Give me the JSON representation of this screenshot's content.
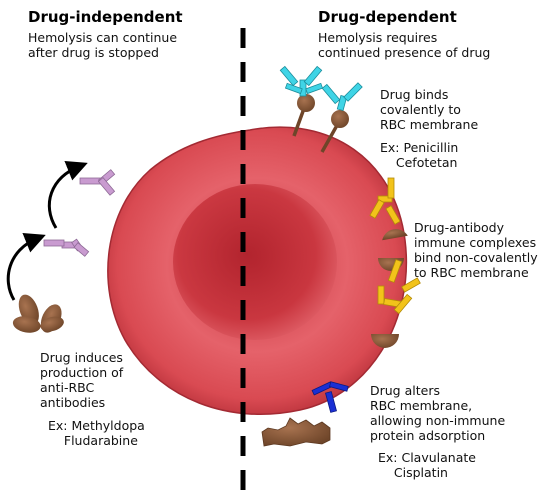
{
  "left": {
    "heading": "Drug-independent",
    "subtitle": "Hemolysis can continue\nafter drug is stopped",
    "mechanism": "Drug induces\nproduction of\nanti-RBC\nantibodies",
    "examples": "Ex: Methyldopa\n    Fludarabine"
  },
  "right": {
    "heading": "Drug-dependent",
    "subtitle": "Hemolysis requires\ncontinued presence of drug",
    "mechanism1": "Drug binds\ncovalently to\nRBC membrane",
    "examples1": "Ex: Penicillin\n    Cefotetan",
    "mechanism2": "Drug-antibody\nimmune complexes\nbind non-covalently\nto RBC membrane",
    "mechanism3": "Drug alters\nRBC membrane,\nallowing non-immune\nprotein adsorption",
    "examples3": "Ex: Clavulanate\n    Cisplatin"
  },
  "colors": {
    "rbc": "#d9474d",
    "rbc_center": "#b8232c",
    "drug": "#8a5a3c",
    "antibody_left": "#c99bd0",
    "antibody_top": "#3fd4e6",
    "antibody_immune": "#f2c31a",
    "antibody_alter": "#1a2fd4",
    "protein": "#8a5a3c"
  },
  "icons": [
    "antibody-icon",
    "drug-molecule-icon",
    "curved-arrow-icon",
    "protein-icon"
  ]
}
